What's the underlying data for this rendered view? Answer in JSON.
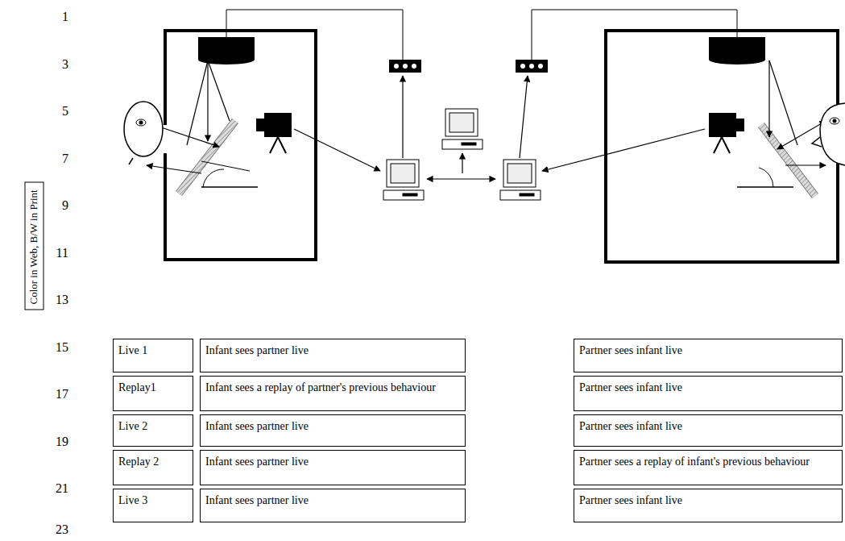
{
  "diagram": {
    "nodes": [
      {
        "text": [
          "Color in Web, B/W in Print"
        ]
      },
      {
        "text": [
          "Live 1"
        ]
      },
      {
        "text": [
          "Infant sees partner live"
        ]
      },
      {
        "text": [
          "Partner sees infant live"
        ]
      },
      {
        "text": [
          "Replay1"
        ]
      },
      {
        "text": [
          "Infant sees a replay of partner's previous behaviour"
        ]
      },
      {
        "text": [
          "Partner sees infant live"
        ]
      },
      {
        "text": [
          "Live 2"
        ]
      },
      {
        "text": [
          "Infant sees partner live"
        ]
      },
      {
        "text": [
          "Partner sees infant live"
        ]
      },
      {
        "text": [
          "Replay 2"
        ]
      },
      {
        "text": [
          "Infant sees partner live"
        ]
      },
      {
        "text": [
          "Partner sees a replay of infant's previous behaviour"
        ]
      },
      {
        "text": [
          "Live 3"
        ]
      },
      {
        "text": [
          "Infant sees partner live"
        ]
      },
      {
        "text": [
          "Partner sees infant live"
        ]
      }
    ],
    "labels": [
      "1",
      "3",
      "5",
      "7",
      "9",
      "11",
      "13",
      "15",
      "17",
      "19",
      "21",
      "23"
    ]
  }
}
